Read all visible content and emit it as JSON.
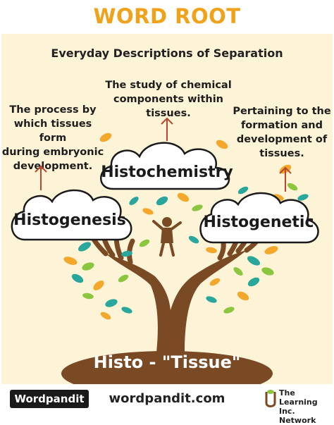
{
  "header": {
    "title": "WORD ROOT"
  },
  "subtitle": "Everyday Descriptions of Separation",
  "definitions": {
    "histogenesis": [
      "The process by",
      "which tissues form",
      "during embryonic",
      "development."
    ],
    "histochemistry": [
      "The study of chemical",
      "components within",
      "tissues."
    ],
    "histogenetic": [
      "Pertaining to the",
      "formation and",
      "development of",
      "tissues."
    ]
  },
  "clouds": {
    "histochemistry": "Histochemistry",
    "histogenesis": "Histogenesis",
    "histogenetic": "Histogenetic"
  },
  "root": "Histo - \"Tissue\"",
  "footer": {
    "brand": "Wordpandit",
    "site": "wordpandit.com",
    "network_line1": "The Learning",
    "network_line2": "Inc. Network"
  },
  "colors": {
    "title": "#f0a21b",
    "background": "#fdf3d6",
    "trunk": "#7a4a24",
    "leaf_teal": "#2aa79c",
    "leaf_orange": "#f3a72b",
    "leaf_green": "#8cc63f"
  }
}
